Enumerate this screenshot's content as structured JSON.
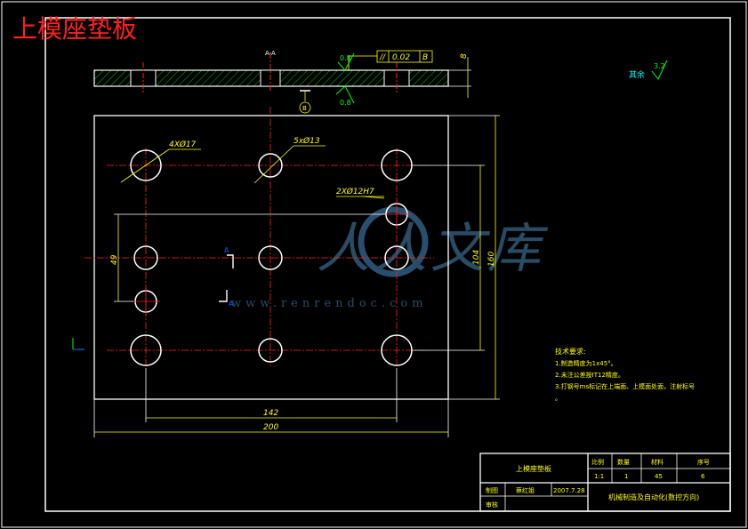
{
  "title": "上模座垫板",
  "section_label": "A-A",
  "thickness_label": "8",
  "flatness": {
    "symbol": "//",
    "value": "0.02",
    "datum": "B"
  },
  "datum_label": "B",
  "roughness": {
    "top": "0.8",
    "bottom": "0.8",
    "rest_prefix": "其余",
    "rest_value": "3.2"
  },
  "view_label": "A",
  "dims": {
    "holes_4": "4XØ17",
    "holes_5": "5xØ13",
    "holes_2": "2XØ12H7",
    "h49": "49",
    "h104": "104",
    "h160": "160",
    "w142": "142",
    "w200": "200"
  },
  "notes": {
    "heading": "技术要求:",
    "lines": [
      "1.制造精度为1x45°。",
      "2.未注公差按IT12精度。",
      "3.打钢号ms标记在上端面、上模面处面，注射标号",
      "。"
    ]
  },
  "title_block": {
    "part_name": "上模座垫板",
    "col_scale": "比例",
    "col_qty": "数量",
    "col_material": "材料",
    "col_number": "序号",
    "scale": "1:1",
    "qty": "1",
    "material": "45",
    "number": "6",
    "drawn_label": "制图",
    "drawer": "蔡红姐",
    "date": "2007.7.28",
    "check_label": "审核",
    "school": "机械制造及自动化(数控方向)"
  },
  "watermark": {
    "text": "人人文库",
    "url": "www.renrendoc.com"
  }
}
